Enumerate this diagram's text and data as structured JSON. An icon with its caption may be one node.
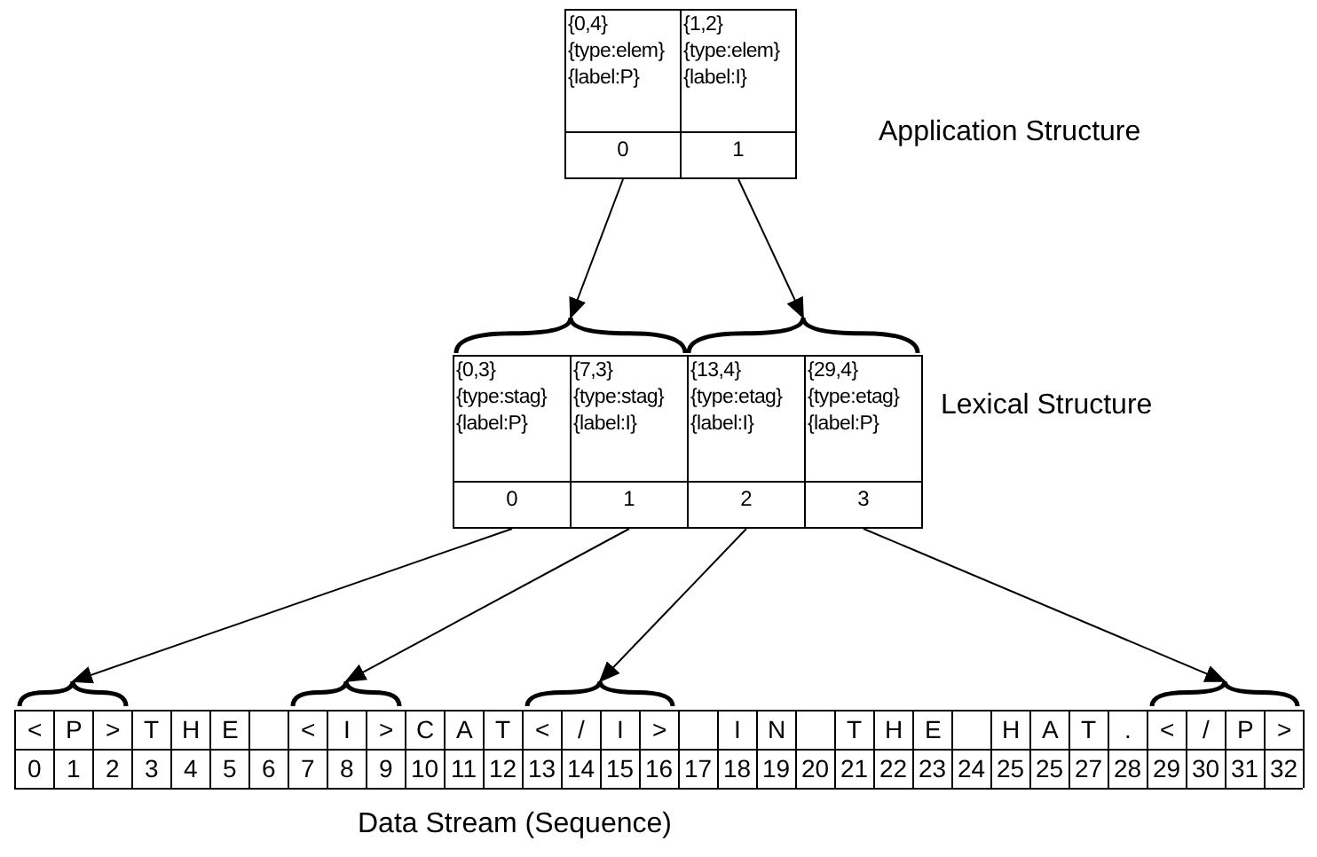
{
  "diagram": {
    "nodes": [
      {
        "text": [
          "{0,4}",
          "{type:elem}",
          "{label:P}",
          "0"
        ]
      },
      {
        "text": [
          "{1,2}",
          "{type:elem}",
          "{label:I}",
          "1"
        ]
      },
      {
        "text": [],
        "shape": "brace"
      },
      {
        "text": [],
        "shape": "brace"
      },
      {
        "text": [
          "{0,3}",
          "{type:stag}",
          "{label:P}",
          "0"
        ]
      },
      {
        "text": [
          "{7,3}",
          "{type:stag}",
          "{label:I}",
          "1"
        ]
      },
      {
        "text": [
          "{13,4}",
          "{type:etag}",
          "{label:I}",
          "2"
        ]
      },
      {
        "text": [
          "{29,4}",
          "{type:etag}",
          "{label:P}",
          "3"
        ]
      },
      {
        "text": [],
        "shape": "brace"
      },
      {
        "text": [],
        "shape": "brace"
      },
      {
        "text": [],
        "shape": "brace"
      },
      {
        "text": [],
        "shape": "brace"
      }
    ],
    "edges": [
      {
        "from": 0,
        "to": 2,
        "arrow": "to"
      },
      {
        "from": 1,
        "to": 3,
        "arrow": "to"
      },
      {
        "from": 4,
        "to": 8,
        "arrow": "to"
      },
      {
        "from": 5,
        "to": 9,
        "arrow": "to"
      },
      {
        "from": 6,
        "to": 10,
        "arrow": "to"
      },
      {
        "from": 7,
        "to": 11,
        "arrow": "to"
      }
    ],
    "labels": [
      "Application Structure",
      "Lexical Structure",
      "<",
      "P",
      ">",
      "T",
      "H",
      "E",
      "<",
      "I",
      ">",
      "C",
      "A",
      "T",
      "<",
      "/",
      "I",
      ">",
      "I",
      "N",
      "T",
      "H",
      "E",
      "H",
      "A",
      "T",
      ".",
      "<",
      "/",
      "P",
      ">",
      "0",
      "1",
      "2",
      "3",
      "4",
      "5",
      "6",
      "7",
      "8",
      "9",
      "10",
      "11",
      "12",
      "13",
      "14",
      "15",
      "16",
      "17",
      "18",
      "19",
      "20",
      "21",
      "22",
      "23",
      "24",
      "25",
      "25",
      "27",
      "28",
      "29",
      "30",
      "31",
      "32",
      "Data Stream (Sequence)"
    ]
  }
}
